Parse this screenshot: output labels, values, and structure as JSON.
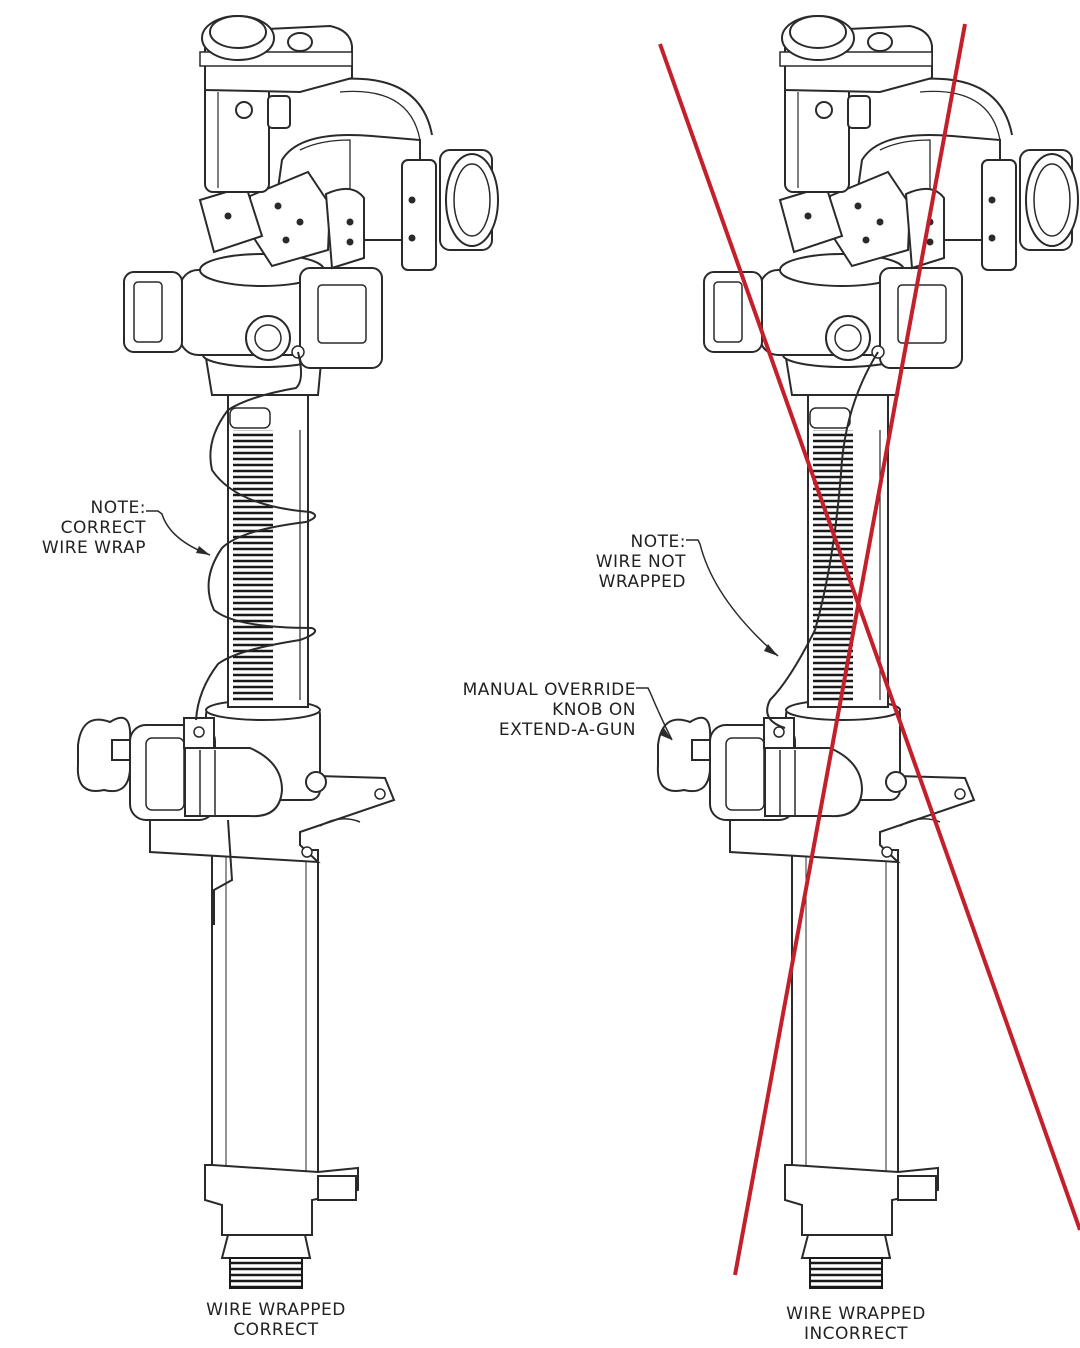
{
  "left_unit": {
    "note": [
      "NOTE:",
      "CORRECT",
      "WIRE WRAP"
    ],
    "caption": [
      "WIRE WRAPPED",
      "CORRECT"
    ]
  },
  "right_unit": {
    "note": [
      "NOTE:",
      "WIRE NOT",
      "WRAPPED"
    ],
    "knob_note": [
      "MANUAL OVERRIDE",
      "KNOB ON",
      "EXTEND-A-GUN"
    ],
    "caption": [
      "WIRE WRAPPED",
      "INCORRECT"
    ]
  },
  "colors": {
    "line": "#2a2a2a",
    "cross": "#c4202c"
  }
}
